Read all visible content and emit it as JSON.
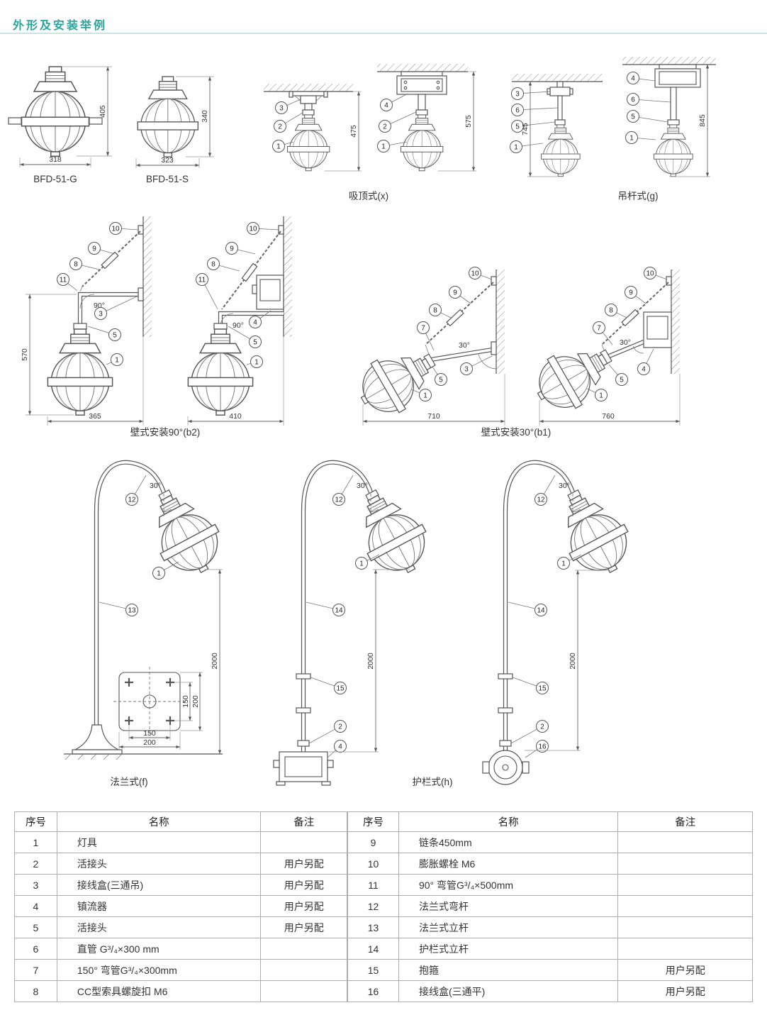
{
  "page": {
    "title": "外形及安装举例"
  },
  "models": {
    "g": {
      "label": "BFD-51-G",
      "height": "405",
      "width": "318"
    },
    "s": {
      "label": "BFD-51-S",
      "height": "340",
      "width": "323"
    }
  },
  "d": {
    "ceiling": {
      "label": "吸顶式(x)",
      "dim1": "475",
      "dim2": "575",
      "c1": [
        "3",
        "2",
        "1"
      ],
      "c2": [
        "4",
        "2",
        "1"
      ]
    },
    "pendant": {
      "label": "吊杆式(g)",
      "dim1": "745",
      "dim2": "845",
      "c1": [
        "3",
        "6",
        "5",
        "1"
      ],
      "c2": [
        "4",
        "6",
        "5",
        "1"
      ]
    },
    "wall90": {
      "label": "壁式安装90°(b2)",
      "height": "570",
      "width1": "365",
      "width2": "410",
      "angle": "90°",
      "c1": [
        "10",
        "9",
        "8",
        "11",
        "3",
        "5",
        "1"
      ],
      "c2": [
        "10",
        "9",
        "8",
        "11",
        "4",
        "5",
        "1"
      ]
    },
    "wall30": {
      "label": "壁式安装30°(b1)",
      "width1": "710",
      "width2": "760",
      "angle": "30°",
      "c1": [
        "10",
        "9",
        "8",
        "7",
        "3",
        "5",
        "1"
      ],
      "c2": [
        "10",
        "9",
        "8",
        "7",
        "4",
        "5",
        "1"
      ]
    },
    "flange": {
      "label": "法兰式(f)",
      "pole": "2000",
      "angle": "30°",
      "c": [
        "12",
        "1",
        "13"
      ],
      "base150": "150",
      "base200": "200"
    },
    "mid": {
      "pole": "2000",
      "angle": "30°",
      "c": [
        "12",
        "1",
        "14",
        "15",
        "2",
        "4"
      ]
    },
    "rail": {
      "label": "护栏式(h)",
      "pole": "2000",
      "angle": "30°",
      "c": [
        "12",
        "1",
        "14",
        "15",
        "2",
        "16"
      ]
    }
  },
  "table": {
    "headers": {
      "no": "序号",
      "name": "名称",
      "note": "备注"
    },
    "left": [
      {
        "no": "1",
        "name": "灯具",
        "note": ""
      },
      {
        "no": "2",
        "name": "活接头",
        "note": "用户另配"
      },
      {
        "no": "3",
        "name": "接线盒(三通吊)",
        "note": "用户另配"
      },
      {
        "no": "4",
        "name": "镇流器",
        "note": "用户另配"
      },
      {
        "no": "5",
        "name": "活接头",
        "note": "用户另配"
      },
      {
        "no": "6",
        "name": "直管 G³/₄×300 mm",
        "note": ""
      },
      {
        "no": "7",
        "name": "150° 弯管G³/₄×300mm",
        "note": ""
      },
      {
        "no": "8",
        "name": "CC型索具螺旋扣 M6",
        "note": ""
      }
    ],
    "right": [
      {
        "no": "9",
        "name": "链条450mm",
        "note": ""
      },
      {
        "no": "10",
        "name": "膨胀螺栓 M6",
        "note": ""
      },
      {
        "no": "11",
        "name": "90° 弯管G³/₄×500mm",
        "note": ""
      },
      {
        "no": "12",
        "name": "法兰式弯杆",
        "note": ""
      },
      {
        "no": "13",
        "name": "法兰式立杆",
        "note": ""
      },
      {
        "no": "14",
        "name": "护栏式立杆",
        "note": ""
      },
      {
        "no": "15",
        "name": "抱箍",
        "note": "用户另配"
      },
      {
        "no": "16",
        "name": "接线盒(三通平)",
        "note": "用户另配"
      }
    ]
  }
}
